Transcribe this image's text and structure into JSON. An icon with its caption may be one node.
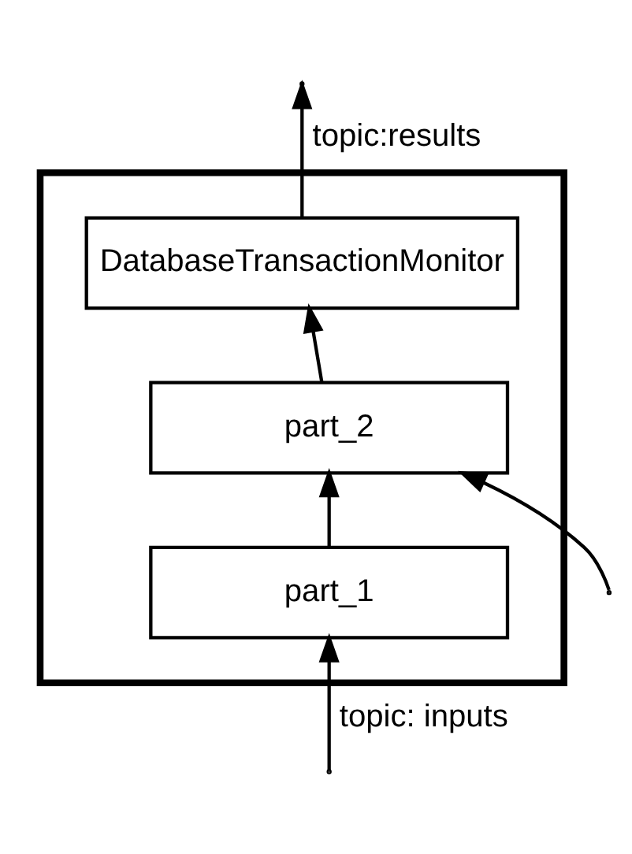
{
  "diagram": {
    "nodes": [
      {
        "text": [],
        "shape": "box"
      },
      {
        "text": [
          "DatabaseTransactionMonitor"
        ],
        "in": 0
      },
      {
        "text": [
          "part_2"
        ],
        "in": 0
      },
      {
        "text": [
          "part_1"
        ],
        "in": 0
      }
    ],
    "edges": [
      {
        "from": null,
        "to": 3,
        "arrow": "to",
        "label": "topic: inputs"
      },
      {
        "from": null,
        "to": 2,
        "arrow": "to"
      },
      {
        "from": 3,
        "to": 2,
        "arrow": "to"
      },
      {
        "from": 2,
        "to": 1,
        "arrow": "to"
      },
      {
        "from": 1,
        "to": null,
        "arrow": "to",
        "label": "topic:results"
      }
    ]
  }
}
